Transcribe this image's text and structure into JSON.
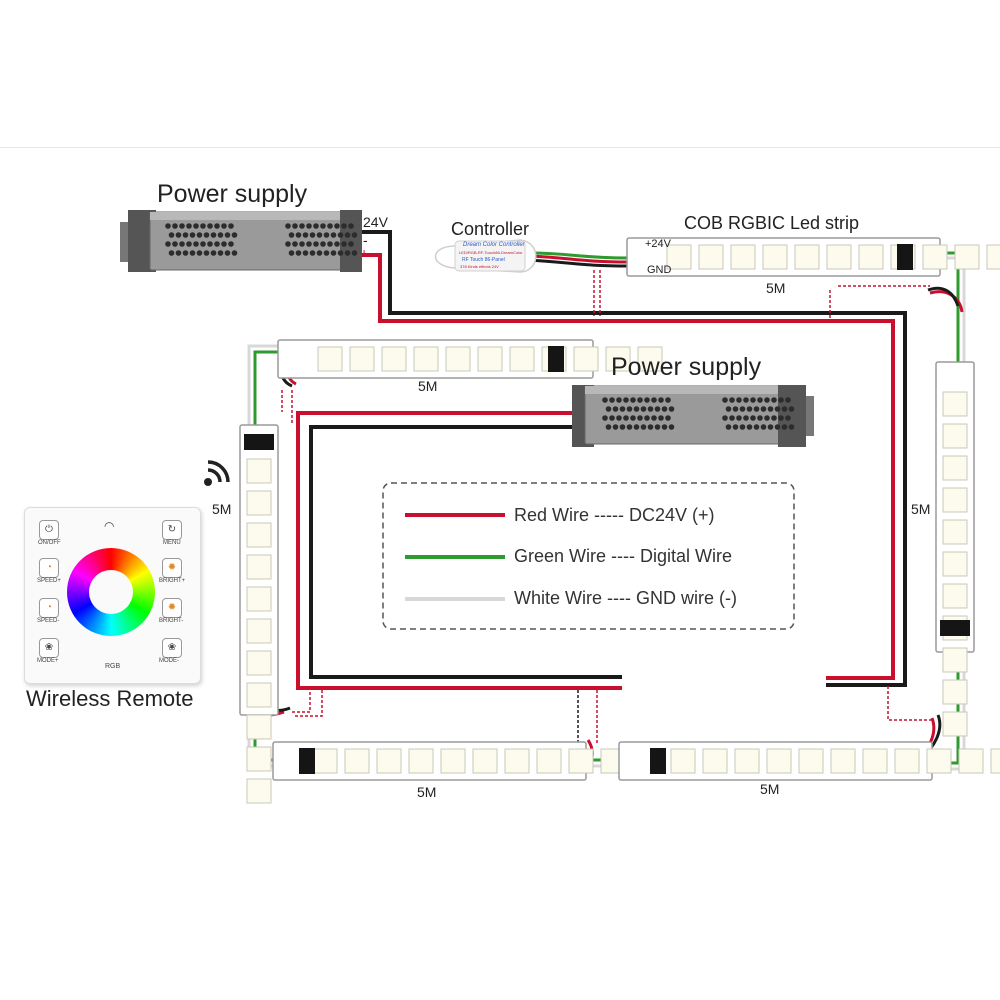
{
  "labels": {
    "power_supply_top": "Power supply",
    "power_supply_mid": "Power supply",
    "controller": "Controller",
    "strip_title": "COB RGBIC Led strip",
    "v24": "24V",
    "minus": "-",
    "plus": "+",
    "strip_plus24": "+24V",
    "strip_gnd": "GND",
    "wireless_remote": "Wireless Remote"
  },
  "controller_body": {
    "line1": "Dream Color Controller",
    "line2": "LED/RGB-RF-Touch86-DreamColor",
    "line3": "RF Touch 86-Panel",
    "line4": "378 Kinds effects   24V"
  },
  "lengths": {
    "top_right": "5M",
    "top_left": "5M",
    "left_vertical": "5M",
    "right_vertical": "5M",
    "bottom_left": "5M",
    "bottom_right": "5M"
  },
  "legend": {
    "items": [
      {
        "text": "Red Wire ----- DC24V (+)",
        "color": "#c8102e"
      },
      {
        "text": "Green Wire ---- Digital Wire",
        "color": "#2e9b2e"
      },
      {
        "text": "White Wire ---- GND wire (-)",
        "color": "#d8d8d8"
      }
    ]
  },
  "remote": {
    "on_off": "ON/OFF",
    "menu": "MENU",
    "speed_plus": "SPEED+",
    "bright_plus": "BRIGHT+",
    "speed_minus": "SPEED-",
    "bright_minus": "BRIGHT-",
    "mode_plus": "MODE+",
    "mode_minus": "MODE-",
    "rgb": "RGB"
  },
  "colors": {
    "red_wire": "#c8102e",
    "black_wire": "#1a1a1a",
    "green_wire": "#2e9b2e",
    "white_wire": "#d8d8d8"
  },
  "icons": [
    "power-icon",
    "menu-icon",
    "speed-icon",
    "bright-icon",
    "mode-icon",
    "wifi-icon",
    "signal-icon"
  ]
}
